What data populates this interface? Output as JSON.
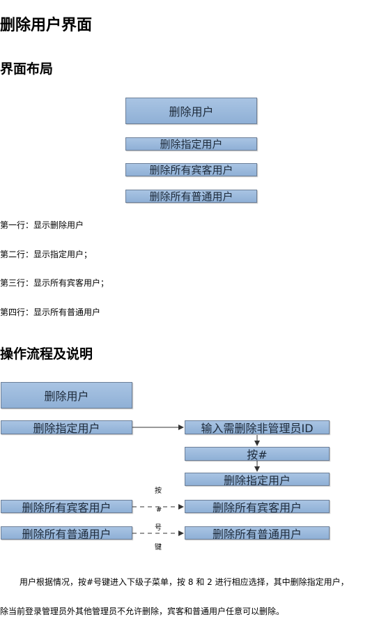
{
  "doc": {
    "title": "删除用户界面",
    "section_layout": "界面布局",
    "section_flow": "操作流程及说明"
  },
  "layout_boxes": {
    "header": "删除用户",
    "item1": "删除指定用户",
    "item2": "删除所有宾客用户",
    "item3": "删除所有普通用户"
  },
  "layout_notes": [
    "第一行：显示删除用户",
    "第二行：显示指定用户；",
    "第三行：显示所有宾客用户；",
    "第四行：显示所有普通用户"
  ],
  "flow": {
    "header": "删除用户",
    "left1": "删除指定用户",
    "left2": "删除所有宾客用户",
    "left3": "删除所有普通用户",
    "step1": "输入需删除非管理员ID",
    "step2": "按#",
    "step3": "删除指定用户",
    "right2": "删除所有宾客用户",
    "right3": "删除所有普通用户",
    "key_chars": [
      "按",
      "#",
      "号",
      "键"
    ]
  },
  "description": [
    "用户根据情况，按#号键进入下级子菜单，按 8 和 2 进行相应选择，其中删除指定用户，",
    "除当前登录管理员外其他管理员不允许删除，宾客和普通用户任意可以删除。"
  ]
}
